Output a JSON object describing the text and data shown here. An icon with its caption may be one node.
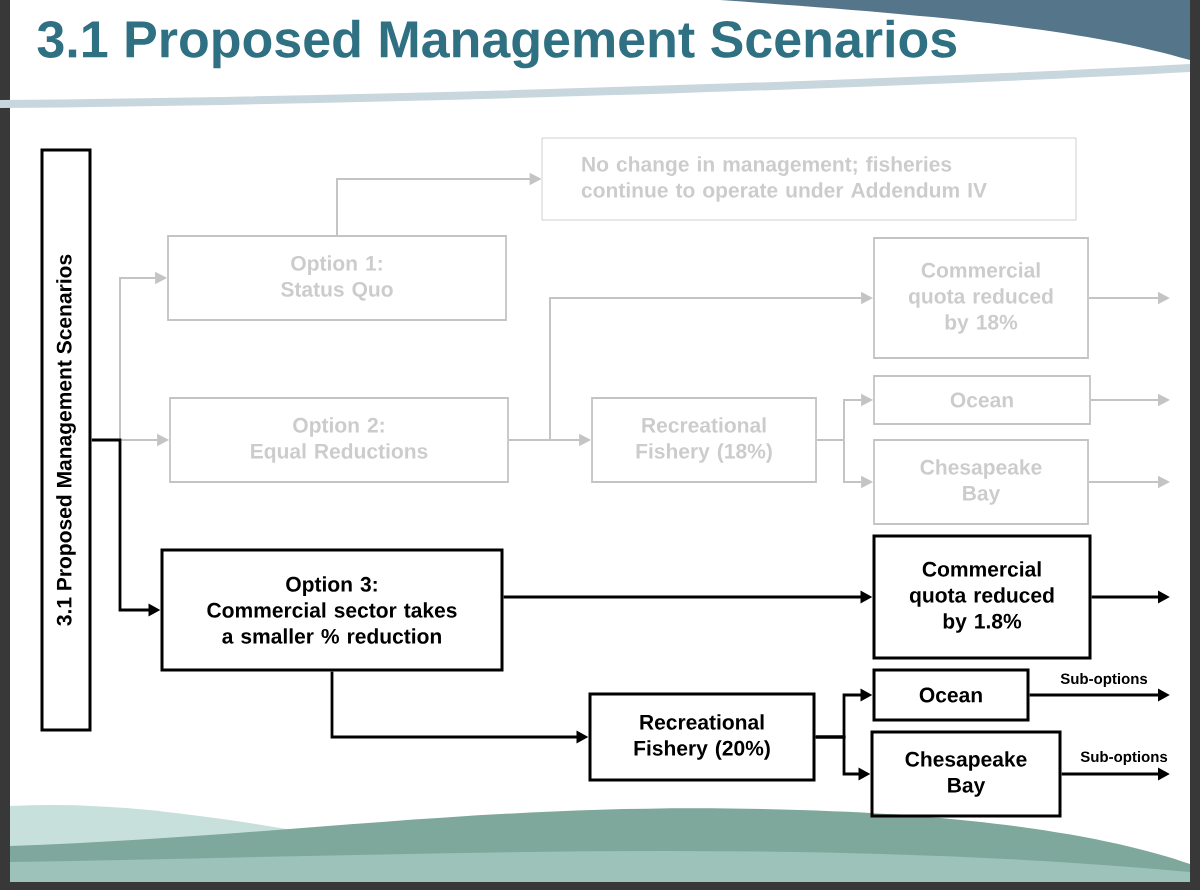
{
  "diagram": {
    "title": "3.1 Proposed Management Scenarios",
    "nodes": [
      {
        "text": [
          "3.1 Proposed Management Scenarios"
        ]
      },
      {
        "text": [
          "No change in management; fisheries continue to operate under Addendum IV"
        ]
      },
      {
        "text": [
          "Option 1:",
          "Status Quo"
        ]
      },
      {
        "text": [
          "Commercial quota reduced by 18%"
        ]
      },
      {
        "text": [
          "Option 2:",
          "Equal Reductions"
        ]
      },
      {
        "text": [
          "Recreational Fishery (18%)"
        ]
      },
      {
        "text": [
          "Ocean"
        ]
      },
      {
        "text": [
          "Chesapeake Bay"
        ]
      },
      {
        "text": [
          "Option 3:",
          "Commercial sector takes a smaller % reduction"
        ]
      },
      {
        "text": [
          "Commercial quota reduced by 1.8%"
        ]
      },
      {
        "text": [
          "Recreational Fishery (20%)"
        ]
      },
      {
        "text": [
          "Ocean"
        ]
      },
      {
        "text": [
          "Chesapeake Bay"
        ]
      }
    ],
    "edges": [
      {
        "from": 0,
        "to": 2,
        "arrow": "to"
      },
      {
        "from": 0,
        "to": 4,
        "arrow": "to"
      },
      {
        "from": 0,
        "to": 8,
        "arrow": "to",
        "color": "#000000"
      },
      {
        "from": 2,
        "to": 1,
        "arrow": "to"
      },
      {
        "from": 4,
        "to": 3,
        "arrow": "to"
      },
      {
        "from": 4,
        "to": 5,
        "arrow": "to"
      },
      {
        "from": 5,
        "to": 6,
        "arrow": "to"
      },
      {
        "from": 5,
        "to": 7,
        "arrow": "to"
      },
      {
        "from": 3,
        "to": null,
        "arrow": "to"
      },
      {
        "from": 6,
        "to": null,
        "arrow": "to"
      },
      {
        "from": 7,
        "to": null,
        "arrow": "to"
      },
      {
        "from": 8,
        "to": 9,
        "arrow": "to",
        "color": "#000000"
      },
      {
        "from": 8,
        "to": 10,
        "arrow": "to",
        "color": "#000000"
      },
      {
        "from": 9,
        "to": null,
        "arrow": "to",
        "color": "#000000"
      },
      {
        "from": 10,
        "to": 11,
        "arrow": "to",
        "color": "#000000"
      },
      {
        "from": 10,
        "to": 12,
        "arrow": "to",
        "color": "#000000"
      },
      {
        "from": 11,
        "to": null,
        "arrow": "to",
        "label": "Sub-options",
        "color": "#000000"
      },
      {
        "from": 12,
        "to": null,
        "arrow": "to",
        "label": "Sub-options",
        "color": "#000000"
      }
    ]
  }
}
